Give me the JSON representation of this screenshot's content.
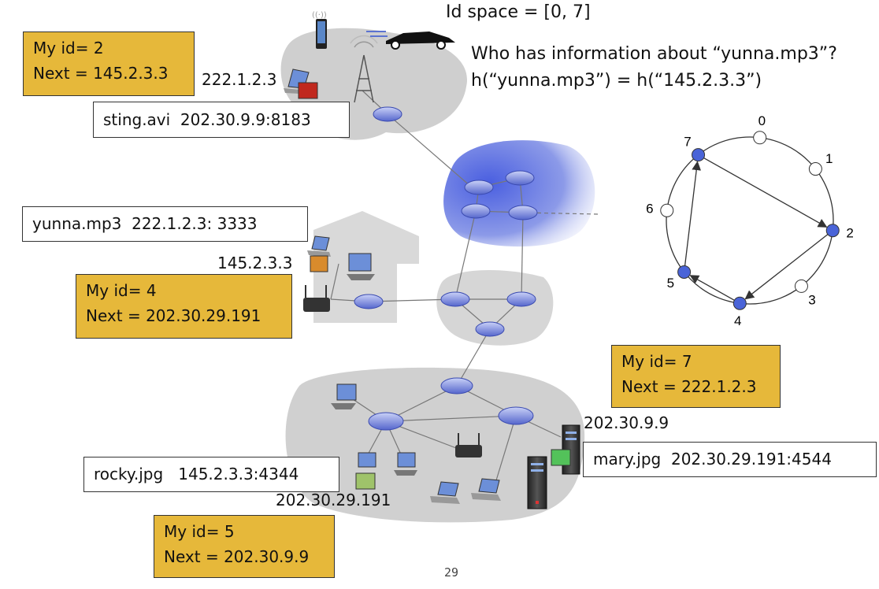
{
  "header": {
    "id_space": "Id space = [0, 7]",
    "question": "Who has information about “yunna.mp3”?",
    "hash_eq": "h(“yunna.mp3”) = h(“145.2.3.3”)"
  },
  "peers": [
    {
      "id_label": "My id= 2",
      "next_label": "Next = 145.2.3.3"
    },
    {
      "id_label": "My id= 4",
      "next_label": "Next = 202.30.29.191"
    },
    {
      "id_label": "My id= 7",
      "next_label": "Next = 222.1.2.3"
    },
    {
      "id_label": "My id= 5",
      "next_label": "Next = 202.30.9.9"
    }
  ],
  "files": [
    {
      "text": "sting.avi  202.30.9.9:8183"
    },
    {
      "text": "yunna.mp3  222.1.2.3: 3333"
    },
    {
      "text": "rocky.jpg   145.2.3.3:4344"
    },
    {
      "text": "mary.jpg  202.30.29.191:4544"
    }
  ],
  "addresses": [
    "222.1.2.3",
    "145.2.3.3",
    "202.30.9.9",
    "202.30.29.191"
  ],
  "ring": {
    "nodes": [
      {
        "label": "0",
        "active": false
      },
      {
        "label": "1",
        "active": false
      },
      {
        "label": "2",
        "active": true
      },
      {
        "label": "3",
        "active": false
      },
      {
        "label": "4",
        "active": true
      },
      {
        "label": "5",
        "active": true
      },
      {
        "label": "6",
        "active": false
      },
      {
        "label": "7",
        "active": true
      }
    ],
    "successor_links": [
      [
        "7",
        "2"
      ],
      [
        "2",
        "4"
      ],
      [
        "4",
        "5"
      ],
      [
        "5",
        "7"
      ]
    ]
  },
  "colors": {
    "peer_box": "#e6b83a",
    "network_cloud": "#c8c8c8",
    "router": "#5b6fd6",
    "host_marker_red": "#c0281e",
    "host_marker_orange": "#d98b2c",
    "host_marker_green": "#9fc36a",
    "host_marker_bright_green": "#53c25a",
    "ring_active": "#4a64d8"
  },
  "page_number": "29"
}
